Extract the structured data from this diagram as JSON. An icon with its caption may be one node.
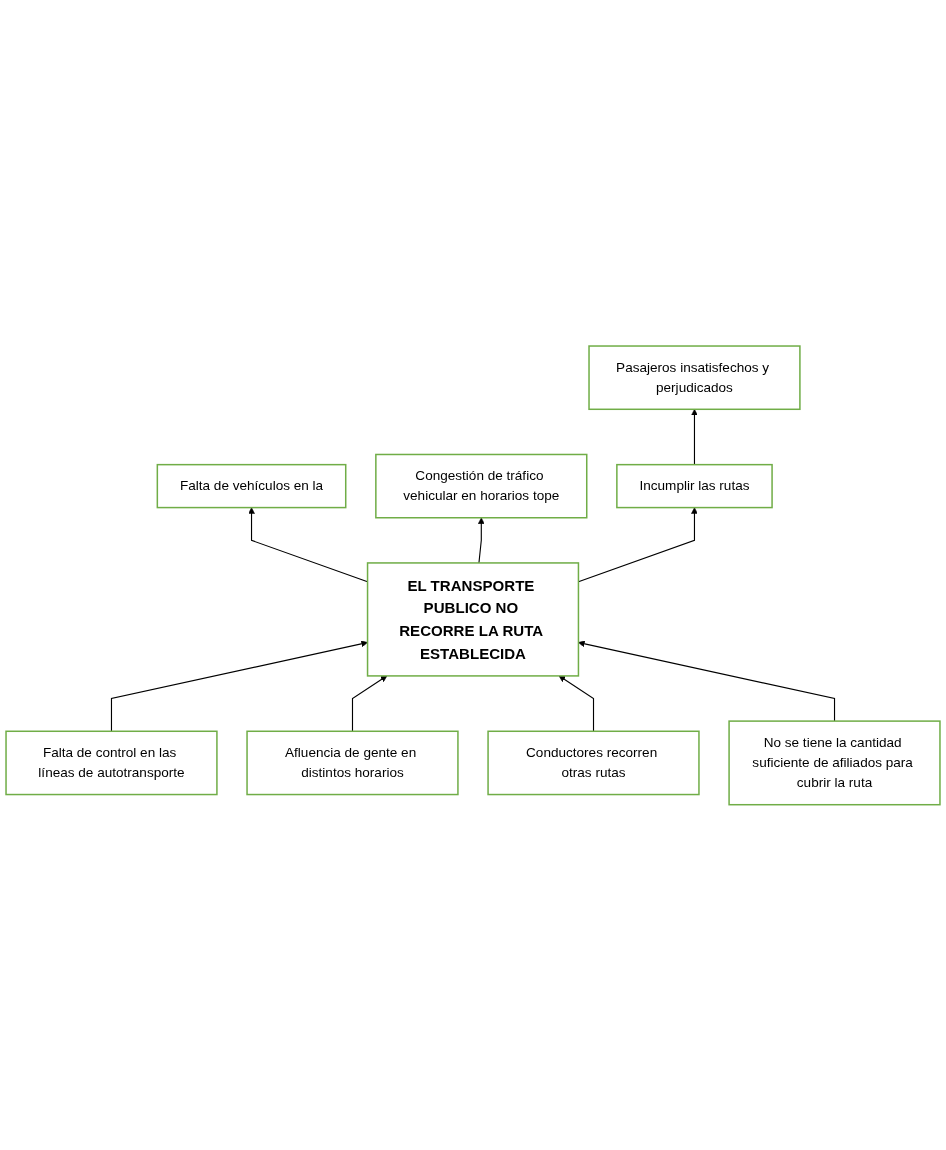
{
  "diagram": {
    "nodes": [
      {
        "text": [
          "Falta de vehículos en la"
        ]
      },
      {
        "text": [
          "Pasajeros insatisfechos y perjudicados"
        ]
      },
      {
        "text": [
          "Congestión de tráfico vehicular en horarios tope"
        ]
      },
      {
        "text": [
          "Incumplir las rutas"
        ]
      },
      {
        "text": [
          "EL TRANSPORTE PUBLICO NO RECORRE LA RUTA ESTABLECIDA"
        ]
      },
      {
        "text": [
          "Falta de control en las líneas de autotransporte"
        ]
      },
      {
        "text": [
          "Afluencia de gente en distintos horarios"
        ]
      },
      {
        "text": [
          "Conductores recorren otras rutas"
        ]
      },
      {
        "text": [
          "No se tiene la cantidad suficiente de afiliados para cubrir la ruta"
        ]
      }
    ],
    "edges": [
      {
        "from": 4,
        "to": 0,
        "arrow": "to"
      },
      {
        "from": 4,
        "to": 2,
        "arrow": "to"
      },
      {
        "from": 4,
        "to": 3,
        "arrow": "to"
      },
      {
        "from": 3,
        "to": 1,
        "arrow": "to"
      },
      {
        "from": 5,
        "to": 4,
        "arrow": "to"
      },
      {
        "from": 6,
        "to": 4,
        "arrow": "to"
      },
      {
        "from": 7,
        "to": 4,
        "arrow": "to"
      },
      {
        "from": 8,
        "to": 4,
        "arrow": "to"
      }
    ]
  }
}
